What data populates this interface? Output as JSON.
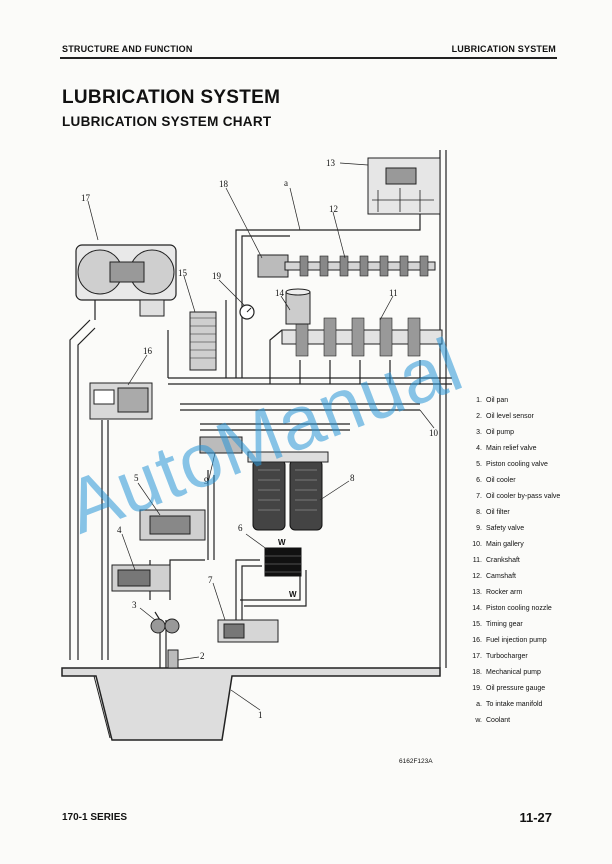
{
  "header": {
    "section": "STRUCTURE AND FUNCTION",
    "topic": "LUBRICATION SYSTEM"
  },
  "title": "LUBRICATION SYSTEM",
  "subtitle": "LUBRICATION SYSTEM CHART",
  "legend": [
    {
      "key": "1.",
      "label": "Oil pan"
    },
    {
      "key": "2.",
      "label": "Oil level sensor"
    },
    {
      "key": "3.",
      "label": "Oil pump"
    },
    {
      "key": "4.",
      "label": "Main relief valve"
    },
    {
      "key": "5.",
      "label": "Piston cooling valve"
    },
    {
      "key": "6.",
      "label": "Oil cooler"
    },
    {
      "key": "7.",
      "label": "Oil cooler by-pass valve"
    },
    {
      "key": "8.",
      "label": "Oil filter"
    },
    {
      "key": "9.",
      "label": "Safety valve"
    },
    {
      "key": "10.",
      "label": "Main gallery"
    },
    {
      "key": "11.",
      "label": "Crankshaft"
    },
    {
      "key": "12.",
      "label": "Camshaft"
    },
    {
      "key": "13.",
      "label": "Rocker arm"
    },
    {
      "key": "14.",
      "label": "Piston cooling nozzle"
    },
    {
      "key": "15.",
      "label": "Timing gear"
    },
    {
      "key": "16.",
      "label": "Fuel injection pump"
    },
    {
      "key": "17.",
      "label": "Turbocharger"
    },
    {
      "key": "18.",
      "label": "Mechanical pump"
    },
    {
      "key": "19.",
      "label": "Oil pressure gauge"
    },
    {
      "key": "a.",
      "label": "To intake manifold"
    },
    {
      "key": "w.",
      "label": "Coolant"
    }
  ],
  "callouts": {
    "c1": "1",
    "c2": "2",
    "c3": "3",
    "c4": "4",
    "c5": "5",
    "c6": "6",
    "c7": "7",
    "c8": "8",
    "c9": "9",
    "c10": "10",
    "c11": "11",
    "c12": "12",
    "c13": "13",
    "c14": "14",
    "c15": "15",
    "c16": "16",
    "c17": "17",
    "c18": "18",
    "c19": "19",
    "ca": "a",
    "cw1": "W",
    "cw2": "W"
  },
  "figure_code": "6162F123A",
  "footer": {
    "series": "170-1 SERIES",
    "page": "11-27"
  },
  "watermark": "AutoManual"
}
